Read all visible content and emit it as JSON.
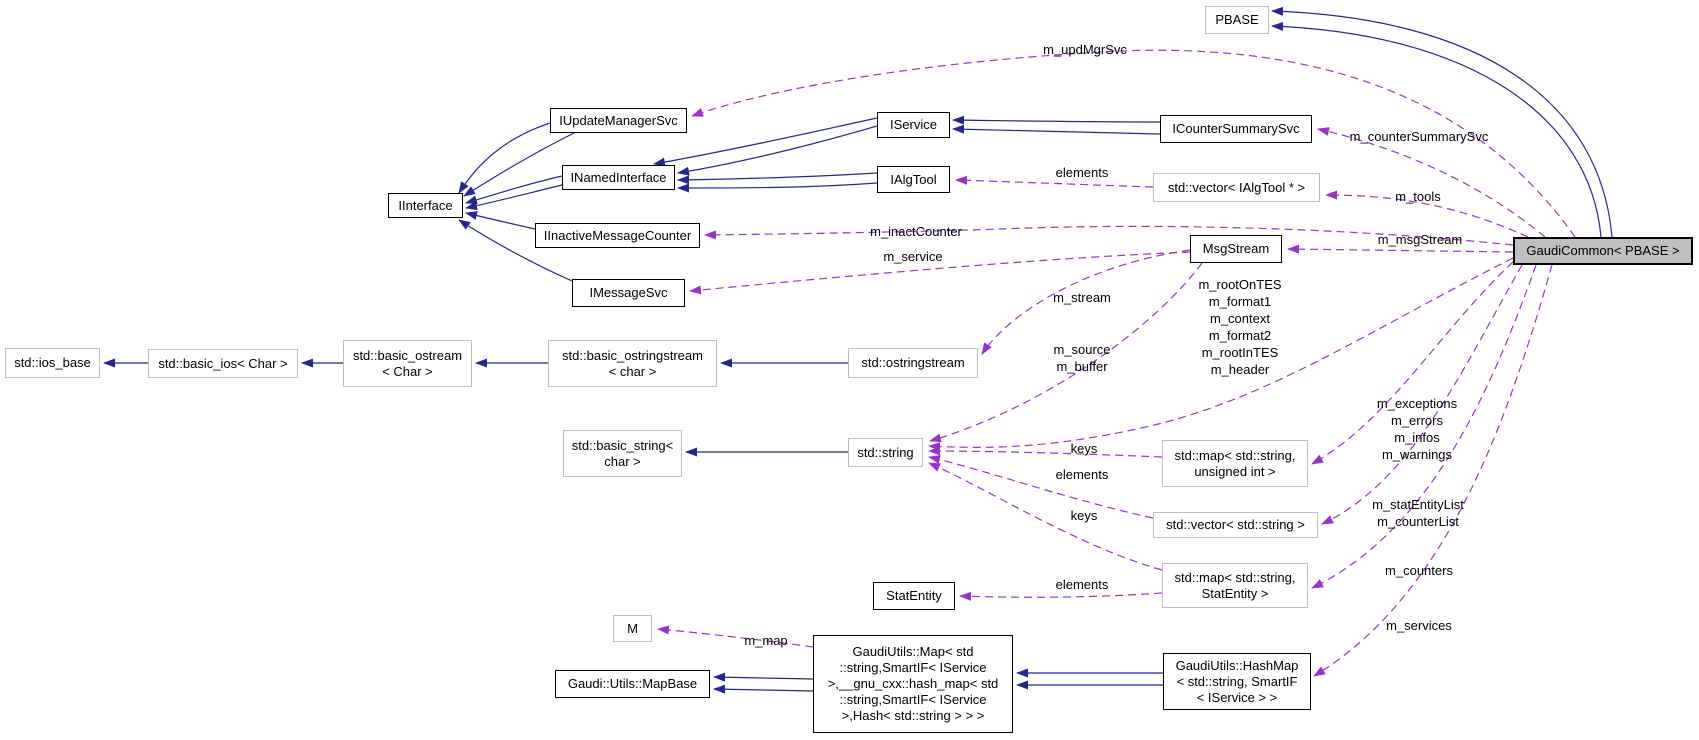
{
  "diagram": {
    "kind": "doxygen-collaboration-graph",
    "main_class": "GaudiCommon< PBASE >",
    "colors": {
      "inheritance_edge": "#23278f",
      "usage_edge": "#9932cc",
      "class_node_border": "#000000",
      "external_node_border": "#bebebe",
      "main_node_fill": "#bfbfbf",
      "node_fill": "#ffffff",
      "background": "#ffffff"
    },
    "nodes": [
      {
        "id": "pbase",
        "label": "PBASE"
      },
      {
        "id": "iupdatemanagersvc",
        "label": "IUpdateManagerSvc"
      },
      {
        "id": "iservice",
        "label": "IService"
      },
      {
        "id": "icountersummarysvc",
        "label": "ICounterSummarySvc"
      },
      {
        "id": "inamedinterface",
        "label": "INamedInterface"
      },
      {
        "id": "ialgtool",
        "label": "IAlgTool"
      },
      {
        "id": "vector_ialgtool",
        "label": "std::vector< IAlgTool * >"
      },
      {
        "id": "iinterface",
        "label": "IInterface"
      },
      {
        "id": "iinactivemessagecounter",
        "label": "IInactiveMessageCounter"
      },
      {
        "id": "msgstream",
        "label": "MsgStream"
      },
      {
        "id": "gaudicommon",
        "label": "GaudiCommon< PBASE >"
      },
      {
        "id": "imessagesvc",
        "label": "IMessageSvc"
      },
      {
        "id": "ios_base",
        "label": "std::ios_base"
      },
      {
        "id": "basic_ios",
        "label": "std::basic_ios< Char >"
      },
      {
        "id": "basic_ostream",
        "label": "std::basic_ostream\n< Char >"
      },
      {
        "id": "basic_ostringstream",
        "label": "std::basic_ostringstream\n< char >"
      },
      {
        "id": "ostringstream",
        "label": "std::ostringstream"
      },
      {
        "id": "basic_string",
        "label": "std::basic_string<\nchar >"
      },
      {
        "id": "string",
        "label": "std::string"
      },
      {
        "id": "map_string_uint",
        "label": "std::map< std::string,\nunsigned int >"
      },
      {
        "id": "vector_string",
        "label": "std::vector< std::string >"
      },
      {
        "id": "map_string_statentity",
        "label": "std::map< std::string,\nStatEntity >"
      },
      {
        "id": "statentity",
        "label": "StatEntity"
      },
      {
        "id": "m",
        "label": "M"
      },
      {
        "id": "gaudiutils_map",
        "label": "GaudiUtils::Map< std\n::string,SmartIF< IService\n>,__gnu_cxx::hash_map< std\n::string,SmartIF< IService\n>,Hash< std::string > > >"
      },
      {
        "id": "mapbase",
        "label": "Gaudi::Utils::MapBase"
      },
      {
        "id": "gaudiutils_hashmap",
        "label": "GaudiUtils::HashMap\n< std::string, SmartIF\n< IService > >"
      }
    ],
    "edge_labels": [
      {
        "text": "m_updMgrSvc"
      },
      {
        "text": "m_counterSummarySvc"
      },
      {
        "text": "elements"
      },
      {
        "text": "m_tools"
      },
      {
        "text": "m_inactCounter"
      },
      {
        "text": "m_service"
      },
      {
        "text": "m_msgStream"
      },
      {
        "text": "m_rootOnTES\nm_format1\nm_context\nm_format2\nm_rootInTES\nm_header"
      },
      {
        "text": "m_stream"
      },
      {
        "text": "m_source\nm_buffer"
      },
      {
        "text": "m_exceptions\nm_errors\nm_infos\nm_warnings"
      },
      {
        "text": "keys"
      },
      {
        "text": "elements"
      },
      {
        "text": "keys"
      },
      {
        "text": "m_statEntityList\nm_counterList"
      },
      {
        "text": "m_counters"
      },
      {
        "text": "elements"
      },
      {
        "text": "m_services"
      },
      {
        "text": "m_map"
      }
    ],
    "edges": [
      {
        "from": "gaudicommon",
        "to": "pbase",
        "type": "inheritance",
        "count": 2
      },
      {
        "from": "iupdatemanagersvc",
        "to": "iinterface",
        "type": "inheritance",
        "count": 2
      },
      {
        "from": "inamedinterface",
        "to": "iinterface",
        "type": "inheritance",
        "count": 2
      },
      {
        "from": "iinactivemessagecounter",
        "to": "iinterface",
        "type": "inheritance",
        "count": 1
      },
      {
        "from": "imessagesvc",
        "to": "iinterface",
        "type": "inheritance",
        "count": 1
      },
      {
        "from": "iservice",
        "to": "inamedinterface",
        "type": "inheritance",
        "count": 2
      },
      {
        "from": "ialgtool",
        "to": "inamedinterface",
        "type": "inheritance",
        "count": 2
      },
      {
        "from": "icountersummarysvc",
        "to": "iservice",
        "type": "inheritance",
        "count": 2
      },
      {
        "from": "basic_ios",
        "to": "ios_base",
        "type": "inheritance",
        "count": 1
      },
      {
        "from": "basic_ostream",
        "to": "basic_ios",
        "type": "inheritance",
        "count": 1
      },
      {
        "from": "basic_ostringstream",
        "to": "basic_ostream",
        "type": "inheritance",
        "count": 1
      },
      {
        "from": "ostringstream",
        "to": "basic_ostringstream",
        "type": "inheritance",
        "count": 1
      },
      {
        "from": "string",
        "to": "basic_string",
        "type": "inheritance",
        "count": 1
      },
      {
        "from": "gaudiutils_map",
        "to": "mapbase",
        "type": "inheritance",
        "count": 2
      },
      {
        "from": "gaudiutils_hashmap",
        "to": "gaudiutils_map",
        "type": "inheritance",
        "count": 2
      },
      {
        "from": "gaudicommon",
        "to": "iupdatemanagersvc",
        "type": "usage",
        "label": "m_updMgrSvc"
      },
      {
        "from": "gaudicommon",
        "to": "icountersummarysvc",
        "type": "usage",
        "label": "m_counterSummarySvc"
      },
      {
        "from": "gaudicommon",
        "to": "vector_ialgtool",
        "type": "usage",
        "label": "m_tools"
      },
      {
        "from": "vector_ialgtool",
        "to": "ialgtool",
        "type": "usage",
        "label": "elements"
      },
      {
        "from": "gaudicommon",
        "to": "iinactivemessagecounter",
        "type": "usage",
        "label": "m_inactCounter"
      },
      {
        "from": "msgstream",
        "to": "imessagesvc",
        "type": "usage",
        "label": "m_service"
      },
      {
        "from": "gaudicommon",
        "to": "msgstream",
        "type": "usage",
        "label": "m_msgStream"
      },
      {
        "from": "gaudicommon",
        "to": "string",
        "type": "usage",
        "label": "m_rootOnTES m_format1 m_context m_format2 m_rootInTES m_header"
      },
      {
        "from": "msgstream",
        "to": "ostringstream",
        "type": "usage",
        "label": "m_stream"
      },
      {
        "from": "msgstream",
        "to": "string",
        "type": "usage",
        "label": "m_source m_buffer"
      },
      {
        "from": "gaudicommon",
        "to": "map_string_uint",
        "type": "usage",
        "label": "m_exceptions m_errors m_infos m_warnings"
      },
      {
        "from": "map_string_uint",
        "to": "string",
        "type": "usage",
        "label": "keys"
      },
      {
        "from": "vector_string",
        "to": "string",
        "type": "usage",
        "label": "elements"
      },
      {
        "from": "map_string_statentity",
        "to": "string",
        "type": "usage",
        "label": "keys"
      },
      {
        "from": "gaudicommon",
        "to": "vector_string",
        "type": "usage",
        "label": "m_statEntityList m_counterList"
      },
      {
        "from": "gaudicommon",
        "to": "map_string_statentity",
        "type": "usage",
        "label": "m_counters"
      },
      {
        "from": "map_string_statentity",
        "to": "statentity",
        "type": "usage",
        "label": "elements"
      },
      {
        "from": "gaudicommon",
        "to": "gaudiutils_hashmap",
        "type": "usage",
        "label": "m_services"
      },
      {
        "from": "gaudiutils_map",
        "to": "m",
        "type": "usage",
        "label": "m_map"
      }
    ]
  }
}
